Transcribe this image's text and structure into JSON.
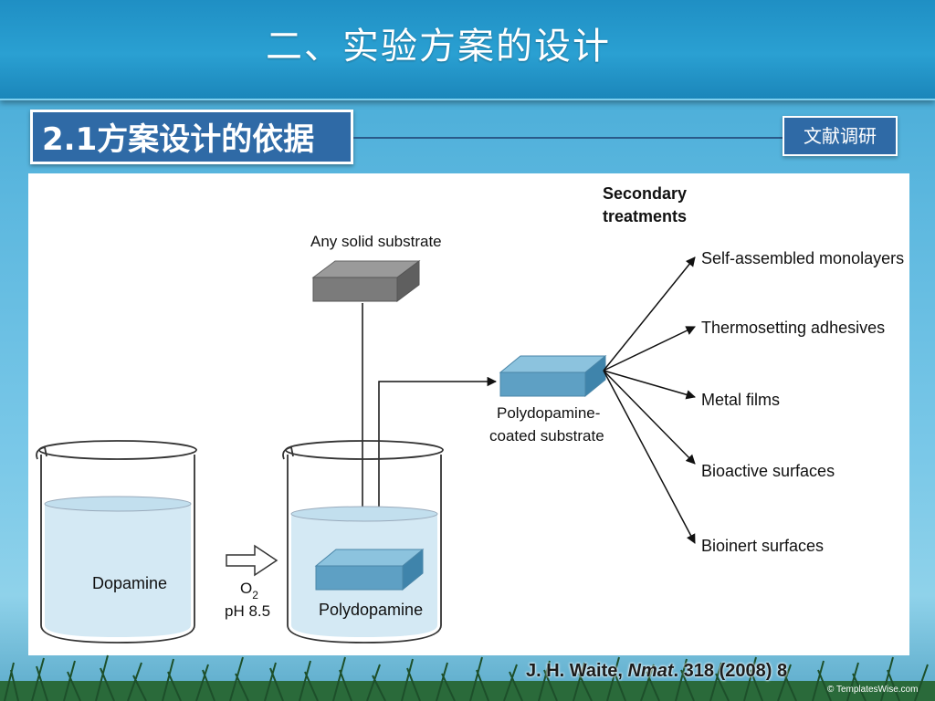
{
  "slide": {
    "title": "二、实验方案的设计",
    "section_heading": "2.1方案设计的依据",
    "tag": "文献调研"
  },
  "diagram": {
    "substrate_label": "Any solid substrate",
    "secondary_title_line1": "Secondary",
    "secondary_title_line2": "treatments",
    "coated_label_line1": "Polydopamine-",
    "coated_label_line2": "coated substrate",
    "treatments": [
      "Self-assembled monolayers",
      "Thermosetting adhesives",
      "Metal films",
      "Bioactive surfaces",
      "Bioinert surfaces"
    ],
    "beaker1_label": "Dopamine",
    "beaker2_label": "Polydopamine",
    "condition_o": "O",
    "condition_sub": "2",
    "condition_ph": "pH 8.5"
  },
  "citation": {
    "author": "J. H. Waite, ",
    "journal": "Nmat",
    "rest": ". 318 (2008) 8"
  },
  "credit": "© TemplatesWise.com",
  "colors": {
    "title_bar": "#2aa0d2",
    "section_box": "#2f6aa6",
    "coated_block": "#5ea0c4",
    "substrate_block": "#7b7b7b"
  }
}
